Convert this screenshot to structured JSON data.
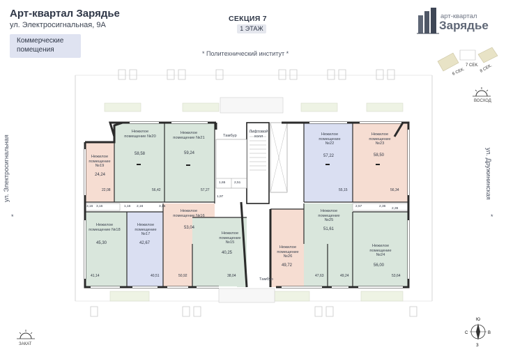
{
  "header": {
    "title": "Арт-квартал Зарядье",
    "address": "ул. Электросигнальная, 9А",
    "category": "Коммерческие помещения",
    "section": "СЕКЦИЯ 7",
    "floor": "1 ЭТАЖ"
  },
  "logo": {
    "top_text": "арт-квартал",
    "main_text": "Зарядье"
  },
  "streets": {
    "north": "* Политехнический институт *",
    "west": "ул. Электросигнальная",
    "east": "ул. Дружининская",
    "west_mark": "*",
    "east_mark": "*"
  },
  "sun": {
    "sunrise": "ВОСХОД",
    "sunset": "ЗАКАТ"
  },
  "compass": {
    "n": "Ю",
    "s": "С",
    "w": "З",
    "e": "В"
  },
  "section_key": {
    "a": "6 СЕК.",
    "b": "7 СЕК.",
    "c": "8 СЕК."
  },
  "plan": {
    "tambour_top": "Тамбур",
    "lift_hall": "Лифтовой холл",
    "tambour_bottom": "Тамбур",
    "small_areas": [
      "1,97",
      "3,16",
      "2,16",
      "3,15",
      "2,57",
      "2,36",
      "2,36",
      "1,65",
      "2,51",
      "3,16",
      "1,16"
    ],
    "rooms": [
      {
        "label": "Нежилое помещение №19",
        "area": "24,24",
        "sub": "22,08"
      },
      {
        "label": "Нежилое помещение №20",
        "area": "58,58",
        "sub": "56,42"
      },
      {
        "label": "Нежилое помещение №21",
        "area": "59,24",
        "sub": "57,27"
      },
      {
        "label": "Нежилое помещение №22",
        "area": "57,22",
        "sub": "55,15"
      },
      {
        "label": "Нежилое помещение №23",
        "area": "58,50",
        "sub": "56,34"
      },
      {
        "label": "Нежилое помещение №18",
        "area": "45,30",
        "sub": "41,14"
      },
      {
        "label": "Нежилое помещение №17",
        "area": "42,67",
        "sub": "40,51"
      },
      {
        "label": "Нежилое помещение №16",
        "area": "53,04",
        "sub": "50,92"
      },
      {
        "label": "Нежилое помещение №15",
        "area": "40,25",
        "sub": "38,04"
      },
      {
        "label": "Нежилое помещение №26",
        "area": "49,72",
        "sub": "47,63"
      },
      {
        "label": "Нежилое помещение №25",
        "area": "51,61",
        "sub": "49,24"
      },
      {
        "label": "Нежилое помещение №24",
        "area": "56,00",
        "sub": "53,64"
      }
    ]
  },
  "colors": {
    "room_green": "#d9e6dc",
    "room_blue": "#dadff2",
    "room_peach": "#f6ddd2",
    "wall": "#2b2b2b",
    "terrace": "#eef3e4"
  }
}
